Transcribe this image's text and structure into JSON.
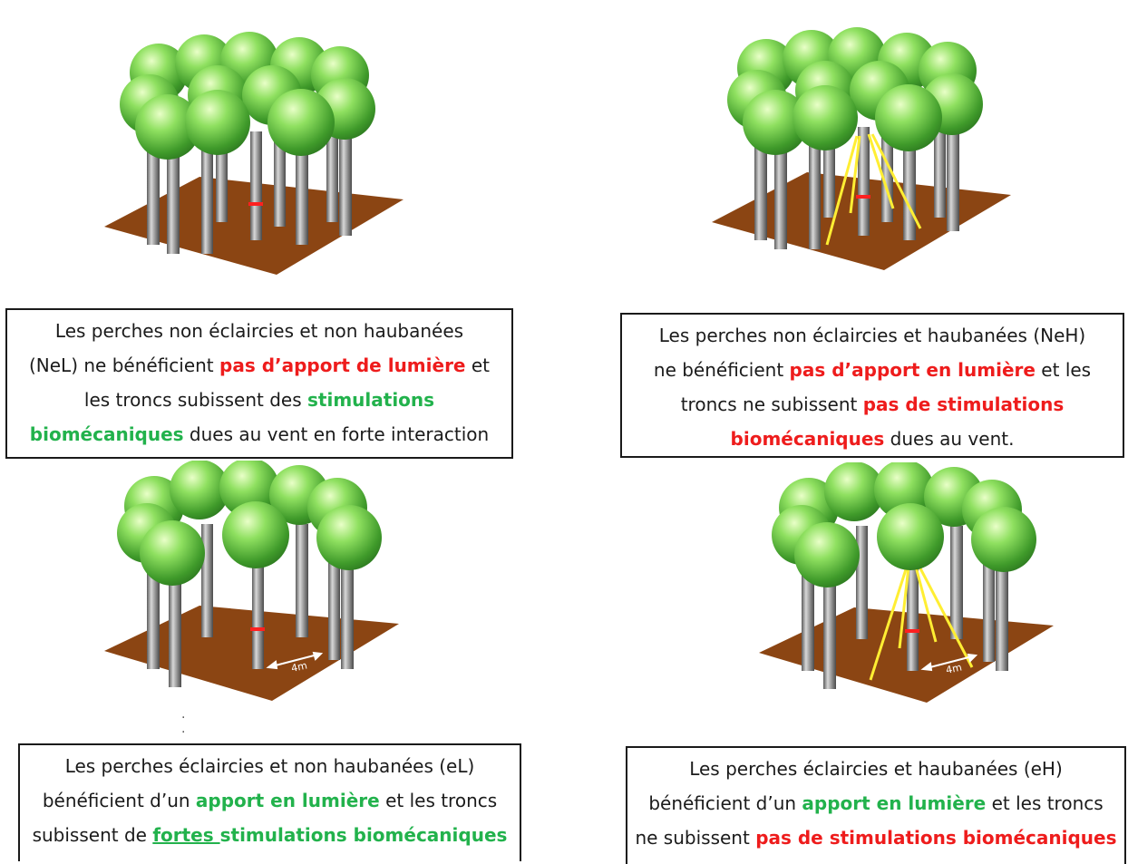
{
  "colors": {
    "ground": "#8b4513",
    "crown": "#7ed957",
    "trunk": "#8c8c8c",
    "guy_wire": "#ffee33",
    "measure_mark": "#ff2020",
    "highlight_red": "#ee1c1c",
    "highlight_green": "#22b24c"
  },
  "panels": {
    "nel": {
      "scene_label": "",
      "caption": {
        "l1": "Les perches non éclaircies et non haubanées",
        "l2_a": "(NeL) ne bénéficient ",
        "l2_b": "pas d’apport de lumière",
        "l2_c": " et",
        "l3_a": "les troncs subissent des ",
        "l3_b": "stimulations",
        "l4_a": "biomécaniques",
        "l4_b": " dues au vent en forte interaction"
      }
    },
    "neh": {
      "scene_label": "",
      "caption": {
        "l1": "Les perches non éclaircies et haubanées (NeH)",
        "l2_a": "ne bénéficient ",
        "l2_b": "pas d’apport en lumière",
        "l2_c": " et les",
        "l3_a": "troncs ne subissent ",
        "l3_b": "pas de stimulations",
        "l4_a": "biomécaniques",
        "l4_b": " dues au vent."
      }
    },
    "el": {
      "scene_label": "4m",
      "caption": {
        "l1": "Les perches éclaircies et non haubanées (eL)",
        "l2_a": "bénéficient d’un ",
        "l2_b": "apport en lumière",
        "l2_c": " et les troncs",
        "l3_a": "subissent de ",
        "l3_b": "fortes ",
        "l3_c": "stimulations biomécaniques"
      }
    },
    "eh": {
      "scene_label": "4m",
      "caption": {
        "l1": "Les perches éclaircies et haubanées (eH)",
        "l2_a": "bénéficient d’un ",
        "l2_b": "apport en lumière",
        "l2_c": " et les troncs",
        "l3_a": "ne subissent ",
        "l3_b": "pas de stimulations biomécaniques"
      }
    }
  }
}
